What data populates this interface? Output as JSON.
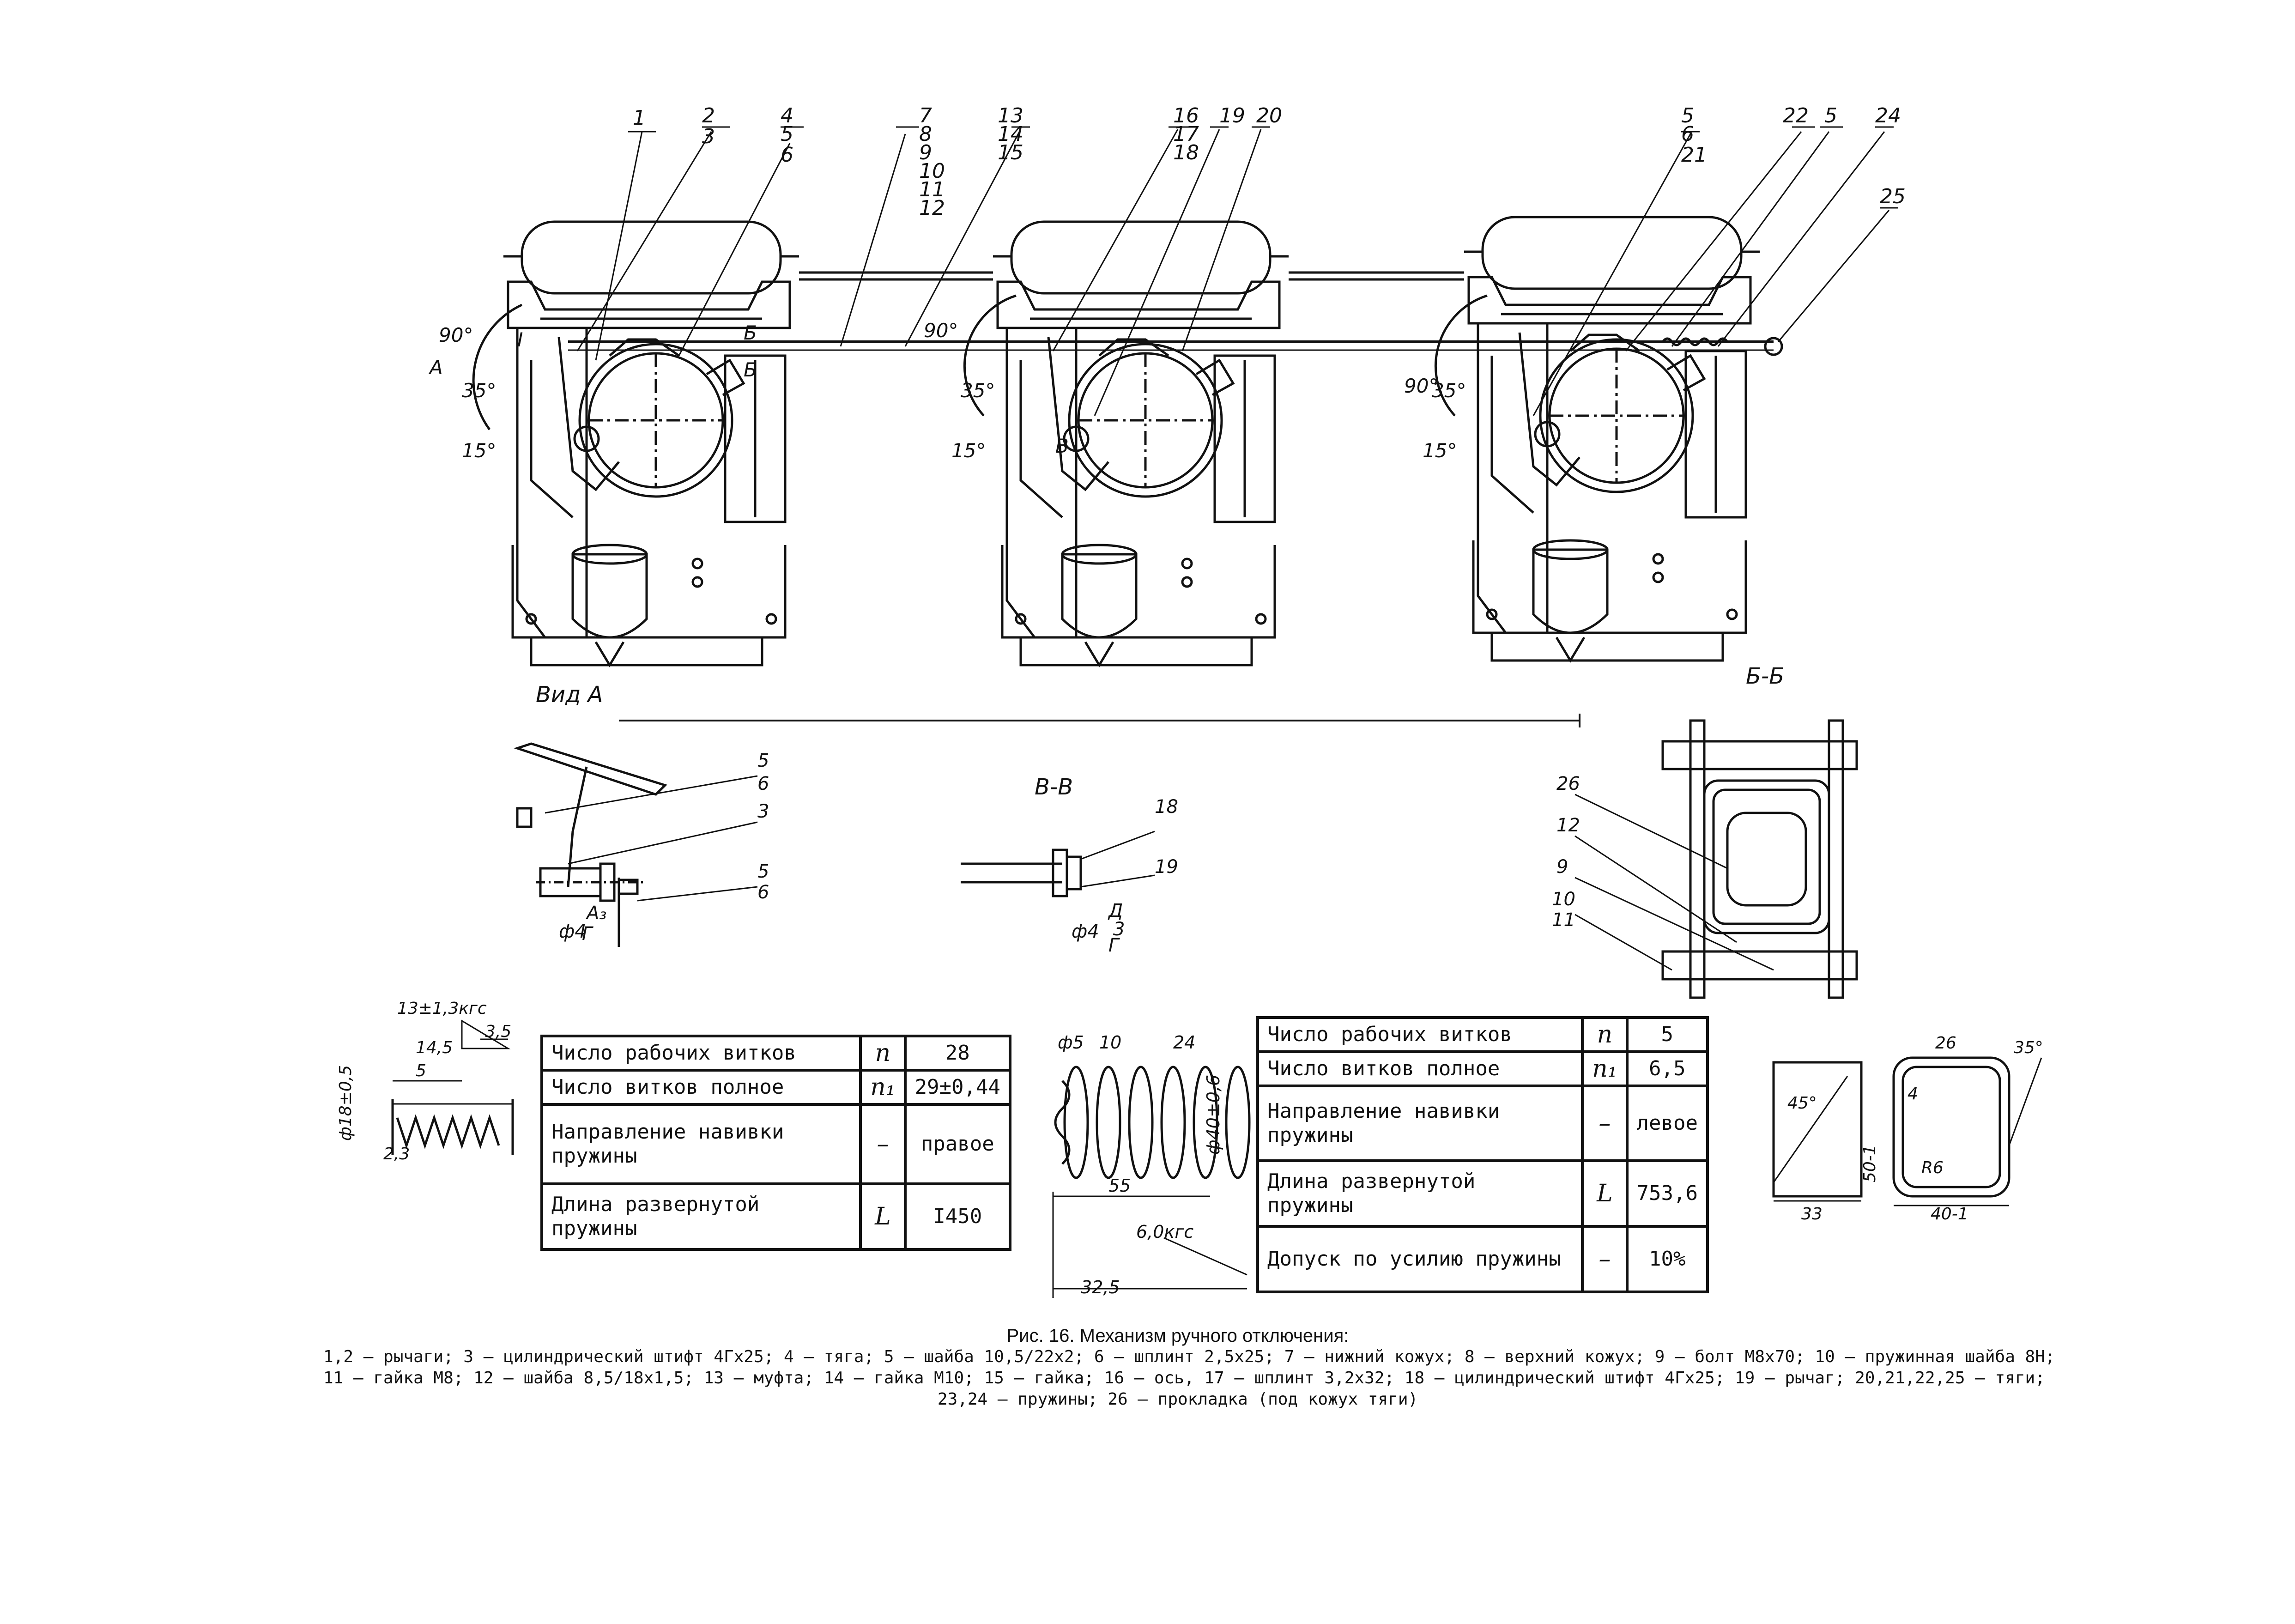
{
  "callouts_top": {
    "c1": "1",
    "c2": "2",
    "c3": "3",
    "c4": "4",
    "c5": "5",
    "c6": "6",
    "c7": "7",
    "c8": "8",
    "c9": "9",
    "c10": "10",
    "c11": "11",
    "c12": "12",
    "c13": "13",
    "c14": "14",
    "c15": "15",
    "c16": "16",
    "c17": "17",
    "c18": "18",
    "c19": "19",
    "c20": "20",
    "d5": "5",
    "d6": "6",
    "d21": "21",
    "c22": "22",
    "e5": "5",
    "c24": "24",
    "c25": "25"
  },
  "angles": {
    "a90_1": "90°",
    "a35_1": "35°",
    "a15_1": "15°",
    "a90_2": "90°",
    "a35_2": "35°",
    "a15_2": "15°",
    "a90_3": "90°",
    "a35_3": "35°",
    "a15_3": "15°"
  },
  "section_marks": {
    "view_a_arrow": "А",
    "roman_i": "I",
    "b1": "Б",
    "b2": "Б",
    "v1": "В",
    "view_a": "Вид А",
    "v_v": "В-В",
    "b_b": "Б-Б"
  },
  "view_a_detail": {
    "c5a": "5",
    "c6a": "6",
    "c3": "3",
    "c5b": "5",
    "c6b": "6",
    "phi4": "ф4",
    "a3": "А₃",
    "g": "Г"
  },
  "vv_detail": {
    "c18": "18",
    "c19": "19",
    "phi4": "ф4",
    "d": "Д",
    "c3": "3",
    "g": "Г"
  },
  "bb_detail": {
    "c26": "26",
    "c12": "12",
    "c9": "9",
    "c10": "10",
    "c11": "11"
  },
  "spring_left": {
    "force": "13±1,3кгс",
    "d145": "14,5",
    "d5": "5",
    "d35": "3,5",
    "diam": "ф18±0,5",
    "d23": "2,3"
  },
  "spring_right": {
    "phi5": "ф5",
    "d10": "10",
    "c24": "24",
    "diam": "ф40±0,6",
    "d55": "55",
    "force": "6,0кгс",
    "d325": "32,5"
  },
  "gasket_detail": {
    "c26": "26",
    "ang35": "35°",
    "ang45": "45°",
    "d4": "4",
    "h50": "50-1",
    "r6": "R6",
    "w33": "33",
    "w40": "40-1"
  },
  "table_left": {
    "rows": [
      {
        "label": "Число рабочих витков",
        "sym": "n",
        "val": "28"
      },
      {
        "label": "Число витков полное",
        "sym": "n₁",
        "val": "29±0,44"
      },
      {
        "label": "Направление навивки пружины",
        "sym": "–",
        "val": "правое"
      },
      {
        "label": "Длина развернутой пружины",
        "sym": "L",
        "val": "I450"
      }
    ]
  },
  "table_right": {
    "rows": [
      {
        "label": "Число рабочих витков",
        "sym": "n",
        "val": "5"
      },
      {
        "label": "Число витков полное",
        "sym": "n₁",
        "val": "6,5"
      },
      {
        "label": "Направление навивки пружины",
        "sym": "–",
        "val": "левое"
      },
      {
        "label": "Длина развернутой пружины",
        "sym": "L",
        "val": "753,6"
      },
      {
        "label": "Допуск по усилию пружины",
        "sym": "–",
        "val": "10%"
      }
    ]
  },
  "caption": {
    "title": "Рис. 16. Механизм ручного отключения:",
    "line1": "1,2 – рычаги; 3 – цилиндрический штифт 4Гх25; 4 – тяга; 5 – шайба 10,5/22х2; 6 – шплинт 2,5х25; 7 – нижний кожух; 8 – верхний кожух; 9 – болт М8х70; 10 – пружинная шайба 8Н;",
    "line2": "11 – гайка М8; 12 – шайба 8,5/18х1,5; 13 – муфта; 14 – гайка М10; 15 – гайка; 16 – ось, 17 – шплинт 3,2х32; 18 – цилиндрический штифт 4Гх25; 19 – рычаг; 20,21,22,25 – тяги;",
    "line3": "23,24 – пружины; 26 – прокладка (под кожух тяги)"
  }
}
